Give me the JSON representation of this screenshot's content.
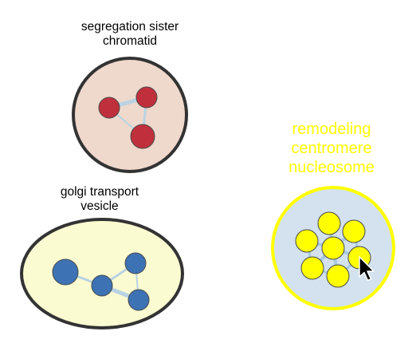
{
  "clusters": [
    {
      "id": "segregation",
      "label_lines": [
        "segregation sister",
        "chromatid"
      ],
      "fill": "#efd8cc",
      "border": "#333333",
      "node_color": "#c0303c",
      "edge_color": "#b8d3e3"
    },
    {
      "id": "golgi",
      "label_lines": [
        "golgi transport",
        "vesicle"
      ],
      "fill": "#fbfbd2",
      "border": "#333333",
      "node_color": "#3d72b4",
      "edge_color": "#b8d3e3"
    },
    {
      "id": "remodeling",
      "label_lines": [
        "remodeling",
        "centromere",
        "nucleosome"
      ],
      "fill": "#d3e2ee",
      "border": "#ffff00",
      "node_color": "#ffff00",
      "edge_color": "#a9c9dd",
      "highlighted": true
    }
  ],
  "cursor": "arrow-pointer-icon"
}
